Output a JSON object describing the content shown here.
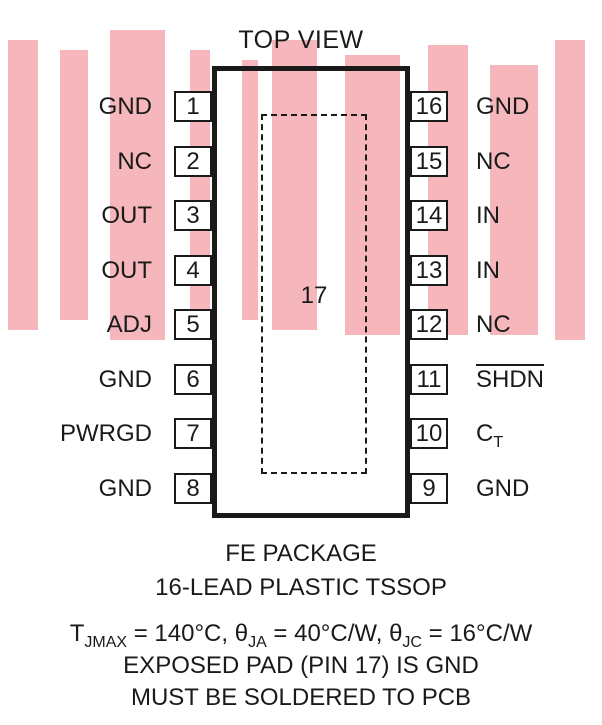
{
  "title": "TOP VIEW",
  "exposed_pad_number": "17",
  "left_pins": [
    {
      "num": "1",
      "name": "GND"
    },
    {
      "num": "2",
      "name": "NC"
    },
    {
      "num": "3",
      "name": "OUT"
    },
    {
      "num": "4",
      "name": "OUT"
    },
    {
      "num": "5",
      "name": "ADJ"
    },
    {
      "num": "6",
      "name": "GND"
    },
    {
      "num": "7",
      "name": "PWRGD"
    },
    {
      "num": "8",
      "name": "GND"
    }
  ],
  "right_pins": [
    {
      "num": "16",
      "name": "GND"
    },
    {
      "num": "15",
      "name": "NC"
    },
    {
      "num": "14",
      "name": "IN"
    },
    {
      "num": "13",
      "name": "IN"
    },
    {
      "num": "12",
      "name": "NC"
    },
    {
      "num": "11",
      "name": "SHDN",
      "overbar": true
    },
    {
      "num": "10",
      "name": "C",
      "subscript": "T"
    },
    {
      "num": "9",
      "name": "GND"
    }
  ],
  "package_line1": "FE PACKAGE",
  "package_line2": "16-LEAD PLASTIC TSSOP",
  "thermal": {
    "tjmax_label": "T",
    "tjmax_sub": "JMAX",
    "tjmax_value": " = 140°C, ",
    "theta_ja_label": "θ",
    "theta_ja_sub": "JA",
    "theta_ja_value": " = 40°C/W, ",
    "theta_jc_label": "θ",
    "theta_jc_sub": "JC",
    "theta_jc_value": " = 16°C/W"
  },
  "note_line1": "EXPOSED PAD (PIN 17) IS GND",
  "note_line2": "MUST BE SOLDERED TO PCB",
  "colors": {
    "ink": "#1a1a1a",
    "watermark": "#f3a0a6"
  }
}
